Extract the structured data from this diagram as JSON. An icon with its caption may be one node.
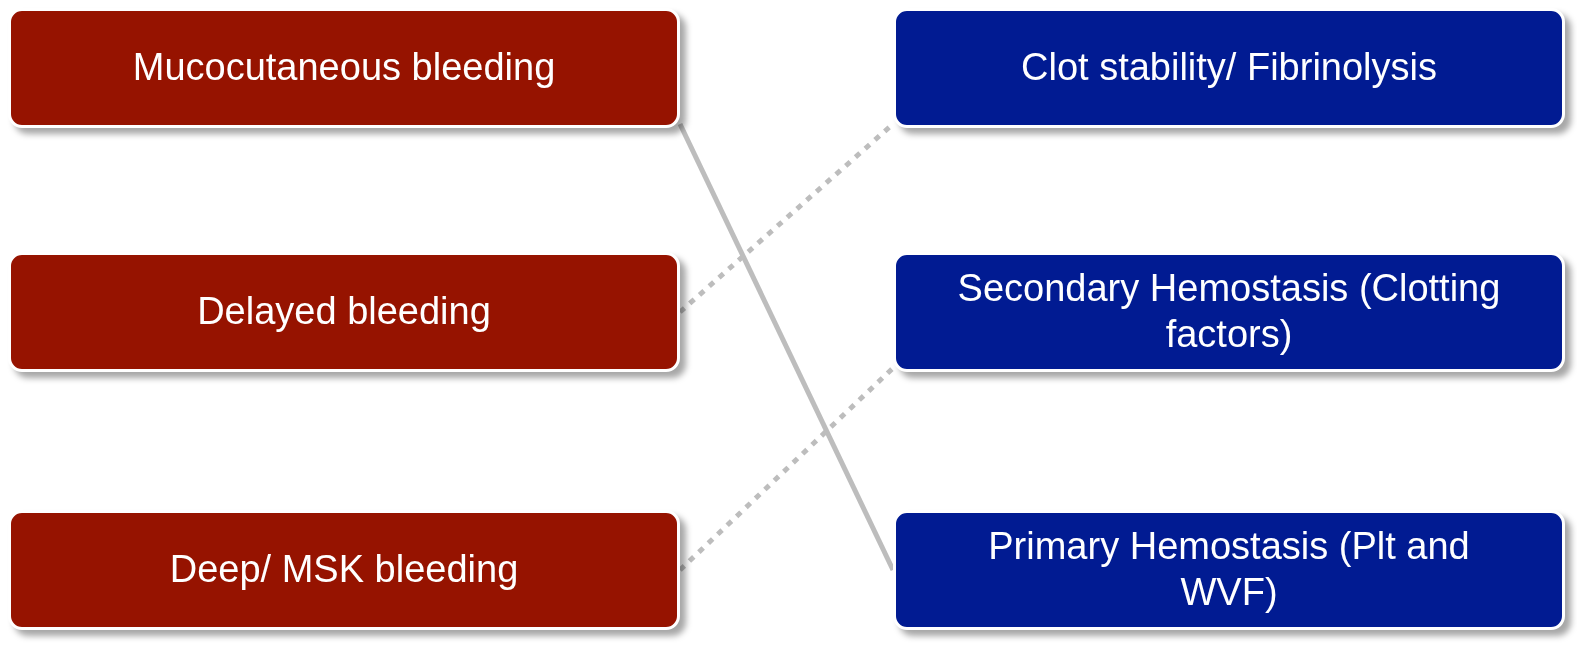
{
  "diagram": {
    "nodes": [
      {
        "text": [
          "Mucocutaneous bleeding"
        ]
      },
      {
        "text": [
          "Delayed bleeding"
        ]
      },
      {
        "text": [
          "Deep/ MSK bleeding"
        ]
      },
      {
        "text": [
          "Clot stability/ Fibrinolysis"
        ]
      },
      {
        "text": [
          "Secondary Hemostasis (Clotting factors)"
        ]
      },
      {
        "text": [
          "Primary Hemostasis (Plt and WVF)"
        ]
      }
    ],
    "edges": [
      {
        "from": 0,
        "to": 5,
        "arrow": "none"
      },
      {
        "from": 1,
        "to": 3,
        "arrow": "none",
        "style": "dashed"
      },
      {
        "from": 2,
        "to": 4,
        "arrow": "none",
        "style": "dashed"
      }
    ]
  }
}
